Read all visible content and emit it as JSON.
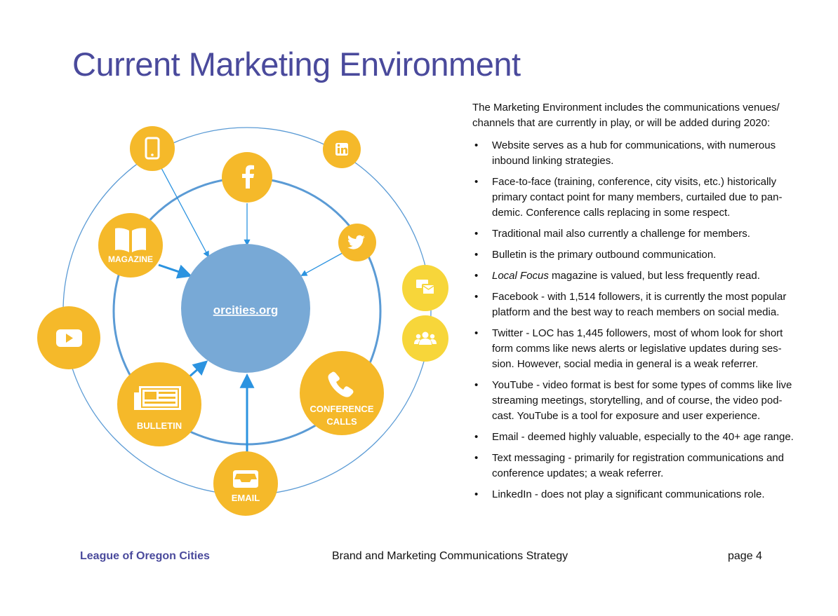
{
  "page": {
    "title": "Current Marketing Environment",
    "footer": {
      "org": "League of Oregon Cities",
      "doc_title": "Brand and Marketing Communications Strategy",
      "page_label": "page 4"
    }
  },
  "diagram": {
    "hub_label": "orcities.org",
    "nodes": {
      "mobile": {
        "icon": "mobile-phone-icon"
      },
      "linkedin": {
        "icon": "linkedin-icon"
      },
      "facebook": {
        "icon": "facebook-icon"
      },
      "twitter": {
        "icon": "twitter-icon"
      },
      "magazine": {
        "label": "MAGAZINE",
        "icon": "open-book-icon"
      },
      "mail": {
        "icon": "mail-icon"
      },
      "group": {
        "icon": "group-icon"
      },
      "youtube": {
        "icon": "youtube-icon"
      },
      "bulletin": {
        "label": "BULLETIN",
        "icon": "newspaper-icon"
      },
      "conference": {
        "label_line1": "CONFERENCE",
        "label_line2": "CALLS",
        "icon": "phone-icon"
      },
      "email": {
        "label": "EMAIL",
        "icon": "inbox-icon"
      }
    },
    "colors": {
      "node": "#f5b92a",
      "node_light": "#f7d63a",
      "hub": "#78a9d6",
      "ring": "#5b9bd5",
      "arrow": "#2b93e0",
      "title": "#4a4a9c"
    }
  },
  "content": {
    "intro": "The Marketing Environment includes the communications venues/ channels that are currently in play, or will be added during 2020:",
    "bullets": [
      {
        "text": "Website serves as a hub for communications, with numerous inbound linking strategies."
      },
      {
        "text": "Face-to-face (training, conference, city visits, etc.) historically primary contact point for many members, curtailed due to pan-demic. Conference calls replacing in some respect."
      },
      {
        "text": "Traditional mail also currently a challenge for members."
      },
      {
        "text": "Bulletin is the primary outbound communication."
      },
      {
        "italic": "Local Focus",
        "text": " magazine is valued, but less frequently read."
      },
      {
        "text": "Facebook - with 1,514 followers, it is currently the most popular platform and the best way to reach members on social media."
      },
      {
        "text": "Twitter - LOC has 1,445 followers, most of whom look for short form comms like news alerts or legislative updates during ses-sion. However, social media in general is a weak referrer."
      },
      {
        "text": "YouTube - video format is best for some types of comms like live streaming meetings, storytelling, and of course, the video pod-cast. YouTube is a tool for exposure and user experience."
      },
      {
        "text": "Email - deemed highly valuable, especially to the 40+ age range."
      },
      {
        "text": "Text messaging - primarily for registration communications and conference updates; a weak referrer."
      },
      {
        "text": "LinkedIn - does not play a significant communications role."
      }
    ]
  }
}
